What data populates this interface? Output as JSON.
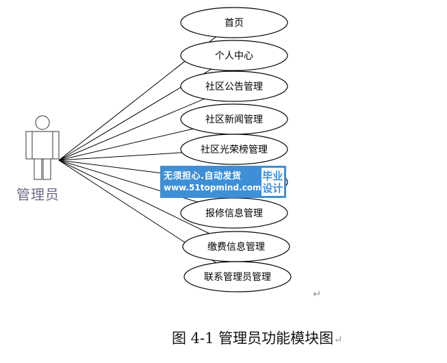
{
  "actor": {
    "label": "管理员"
  },
  "use_cases": [
    "首页",
    "个人中心",
    "社区公告管理",
    "社区新闻管理",
    "社区光荣榜管理",
    "",
    "报修信息管理",
    "缴费信息管理",
    "联系管理员管理"
  ],
  "watermark": {
    "line1": "无须担心.自动发货",
    "line2": "www.51topmind.com",
    "badge_line1": "毕业",
    "badge_line2": "设计"
  },
  "caption": {
    "text": "图 4-1 管理员功能模块图",
    "mark": "↵"
  },
  "return_mark": "↵"
}
